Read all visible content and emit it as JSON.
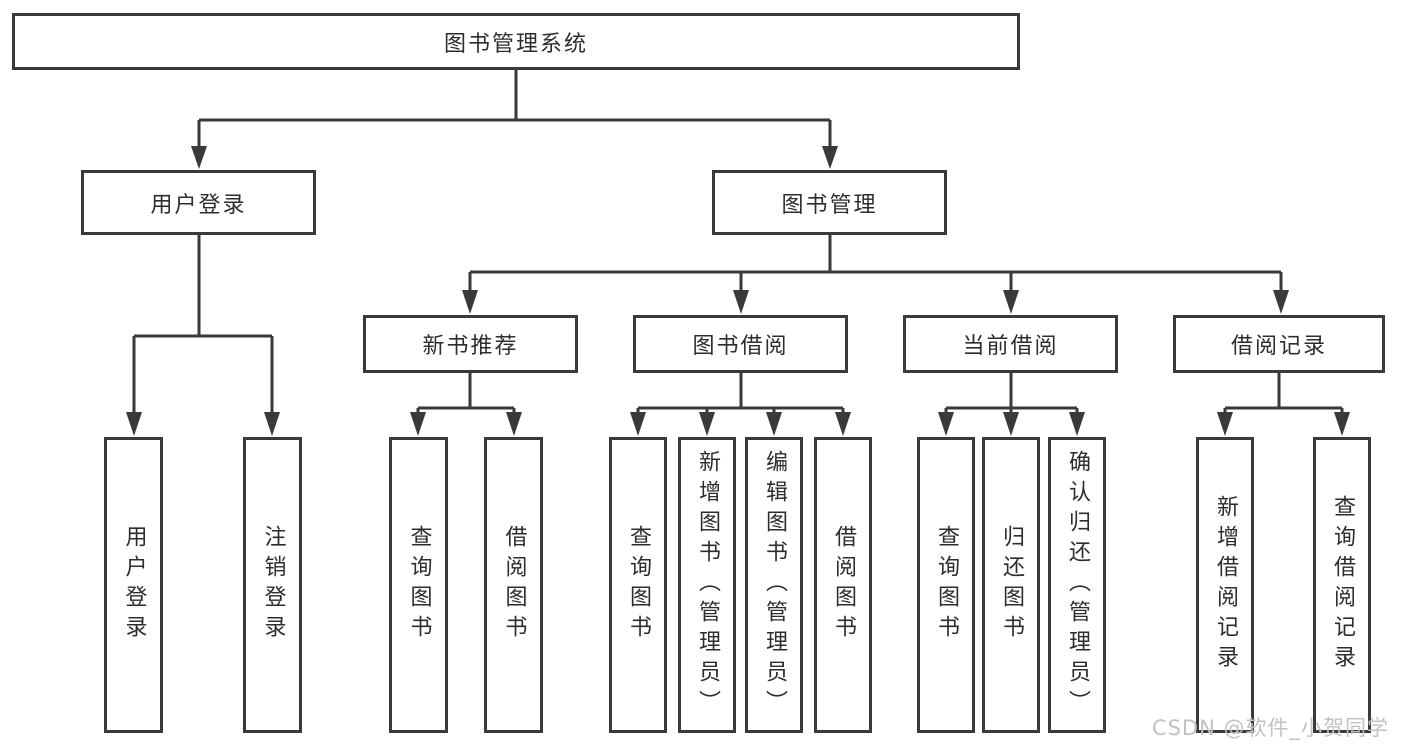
{
  "tree": {
    "label": "图书管理系统",
    "children": [
      {
        "label": "用户登录",
        "children": [
          {
            "label": "用户登录"
          },
          {
            "label": "注销登录"
          }
        ]
      },
      {
        "label": "图书管理",
        "children": [
          {
            "label": "新书推荐",
            "children": [
              {
                "label": "查询图书"
              },
              {
                "label": "借阅图书"
              }
            ]
          },
          {
            "label": "图书借阅",
            "children": [
              {
                "label": "查询图书"
              },
              {
                "label": "新增图书（管理员）"
              },
              {
                "label": "编辑图书（管理员）"
              },
              {
                "label": "借阅图书"
              }
            ]
          },
          {
            "label": "当前借阅",
            "children": [
              {
                "label": "查询图书"
              },
              {
                "label": "归还图书"
              },
              {
                "label": "确认归还（管理员）"
              }
            ]
          },
          {
            "label": "借阅记录",
            "children": [
              {
                "label": "新增借阅记录"
              },
              {
                "label": "查询借阅记录"
              }
            ]
          }
        ]
      }
    ]
  },
  "watermark": {
    "text": "CSDN @软件_小贺同学"
  },
  "colors": {
    "line": "#3a3a3a",
    "text": "#2d2d2d",
    "background": "#ffffff",
    "watermark": "#c2c2c2"
  }
}
